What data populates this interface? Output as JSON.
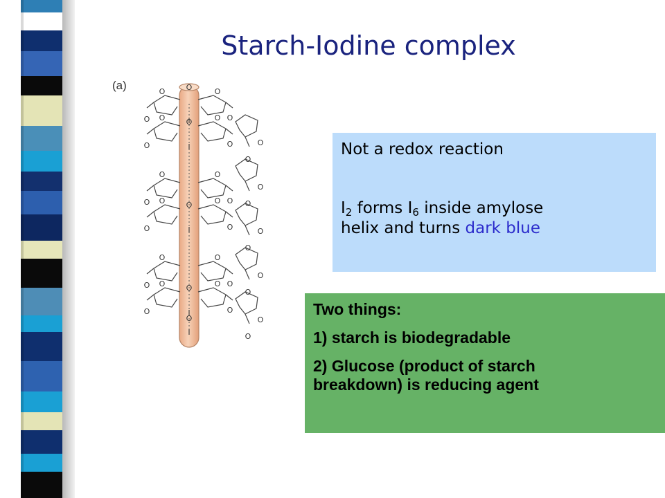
{
  "slide": {
    "title": "Starch-Iodine complex"
  },
  "figure": {
    "label": "(a)",
    "helix_oxygen_label": "O",
    "iodine_label": "I"
  },
  "redox_box": {
    "line1": "Not a redox reaction",
    "i_symbol": "I",
    "sub_2": "2",
    "forms_text": " forms I",
    "sub_6": "6",
    "inside_text": " inside amylose",
    "line3_prefix": "helix and turns ",
    "dark_blue": "dark blue"
  },
  "things_box": {
    "heading": "Two things:",
    "item1": "1) starch is biodegradable",
    "item2_line1": "2) Glucose (product of starch",
    "item2_line2": "breakdown) is reducing agent"
  },
  "colors": {
    "title": "#1a237e",
    "redox_box_bg": "#bcdcfb",
    "things_box_bg": "#66b266",
    "dark_blue_text": "#2c2ccc",
    "rod_fill": "#f3c6a7"
  }
}
